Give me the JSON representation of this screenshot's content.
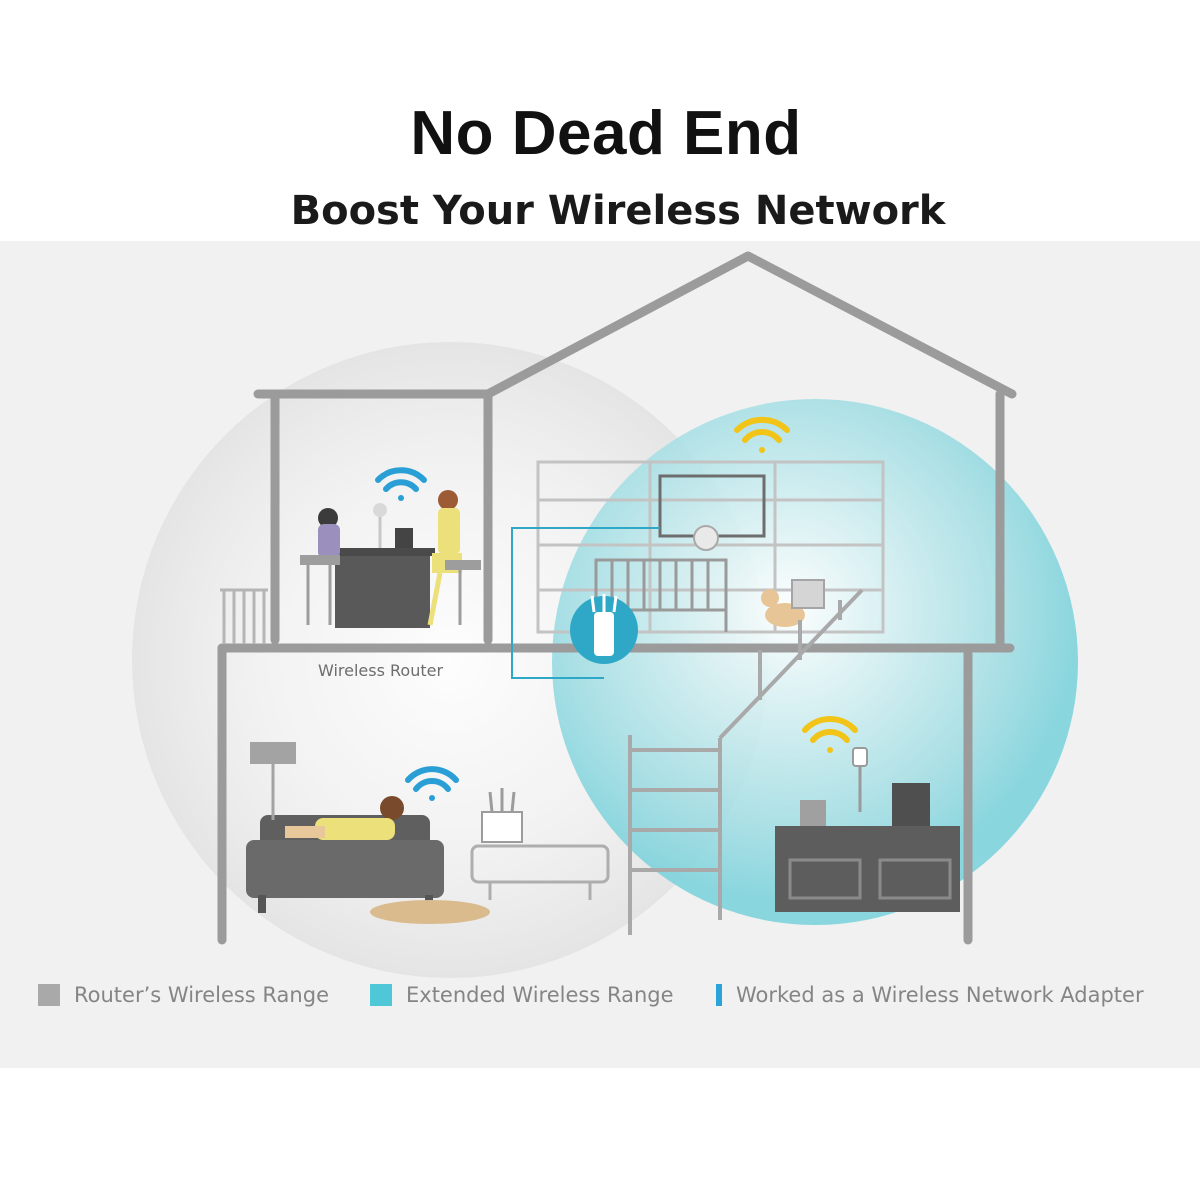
{
  "header": {
    "title": "No Dead End",
    "subtitle": "Boost Your Wireless Network"
  },
  "diagram": {
    "router_label": "Wireless Router",
    "icons": [
      "house-icon",
      "wifi-icon",
      "router-icon",
      "extender-icon",
      "sofa-icon",
      "desk-icon",
      "crib-icon",
      "dog-icon",
      "stove-icon",
      "coffee-maker-icon",
      "stairs-icon"
    ],
    "colors": {
      "panel": "#f1f1f1",
      "router_range": "#e6e6e6",
      "extended_range": "#7fd3dc",
      "adapter_link": "#2fa8c8",
      "wifi_blue": "#2a9fd6",
      "wifi_yellow": "#f2c418",
      "house_lines": "#9b9b9b"
    }
  },
  "legend": [
    {
      "label": "Router’s Wireless Range",
      "color": "#a9a9a9",
      "kind": "square"
    },
    {
      "label": "Extended Wireless Range",
      "color": "#4ec8d6",
      "kind": "square"
    },
    {
      "label": "Worked as a Wireless Network Adapter",
      "color": "#2aa3d8",
      "kind": "bar"
    }
  ]
}
